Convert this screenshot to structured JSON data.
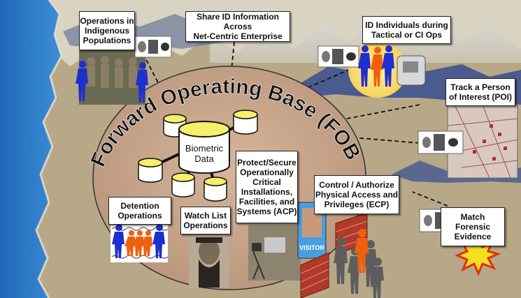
{
  "title": "Forward Operating Base (FOB)",
  "center": {
    "line1": "Biometric",
    "line2": "Data"
  },
  "callouts": {
    "indigenous": [
      "Operations in",
      "Indigenous",
      "Populations"
    ],
    "share": [
      "Share ID Information Across",
      "Net-Centric Enterprise"
    ],
    "tactical": [
      "ID Individuals during",
      "Tactical or CI Ops"
    ],
    "poi": [
      "Track a Person",
      "of Interest (POI)"
    ],
    "detention": [
      "Detention",
      "Operations"
    ],
    "watchlist": [
      "Watch List",
      "Operations"
    ],
    "protect": [
      "Protect/Secure",
      "Operationally",
      "Critical",
      "Installations,",
      "Facilities, and",
      "Systems (ACP)"
    ],
    "control": [
      "Control / Authorize",
      "Physical Access and",
      "Privileges (ECP)"
    ],
    "forensic": [
      "Match",
      "Forensic",
      "Evidence"
    ]
  },
  "badge_text": "VISITOR",
  "colors": {
    "water": "#2f7fc6",
    "ground": "#b5a685",
    "fob": "#c7a58a",
    "callout_border": "#222222",
    "soldier": "#1e2fd0",
    "detainee": "#f0600c",
    "database_top": "#f4f06a",
    "mountain": "#4b5a8f"
  }
}
